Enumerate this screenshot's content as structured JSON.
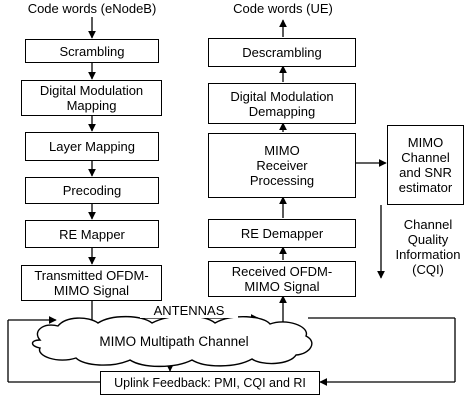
{
  "diagram": {
    "tx_header": "Code words (eNodeB)",
    "rx_header": "Code words (UE)",
    "tx_blocks": [
      "Scrambling",
      "Digital Modulation\nMapping",
      "Layer Mapping",
      "Precoding",
      "RE Mapper",
      "Transmitted OFDM-\nMIMO Signal"
    ],
    "rx_blocks": [
      "Descrambling",
      "Digital Modulation\nDemapping",
      "MIMO\nReceiver\nProcessing",
      "RE Demapper",
      "Received OFDM-\nMIMO Signal"
    ],
    "estimator": "MIMO\nChannel\nand SNR\nestimator",
    "cqi_note": "Channel\nQuality\nInformation\n(CQI)",
    "antennas": "ANTENNAS",
    "channel": "MIMO Multipath Channel",
    "feedback": "Uplink Feedback: PMI, CQI and RI"
  }
}
